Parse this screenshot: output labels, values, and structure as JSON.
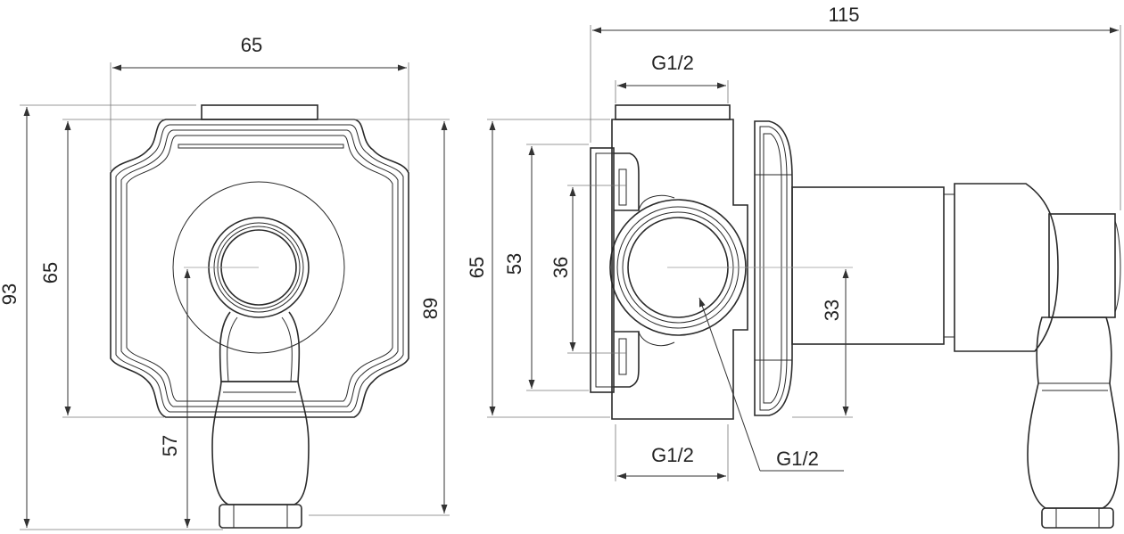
{
  "dimensions": {
    "front_width": "65",
    "front_height": "65",
    "total_height": "93",
    "height_89": "89",
    "handle_offset": "57",
    "side_total_width": "115",
    "side_body_height": "65",
    "side_flange_height": "53",
    "side_port_spacing": "36",
    "side_center_offset": "33",
    "thread_top": "G1/2",
    "thread_bottom": "G1/2",
    "thread_side": "G1/2"
  },
  "colors": {
    "line": "#2a2a2a",
    "background": "#ffffff"
  }
}
